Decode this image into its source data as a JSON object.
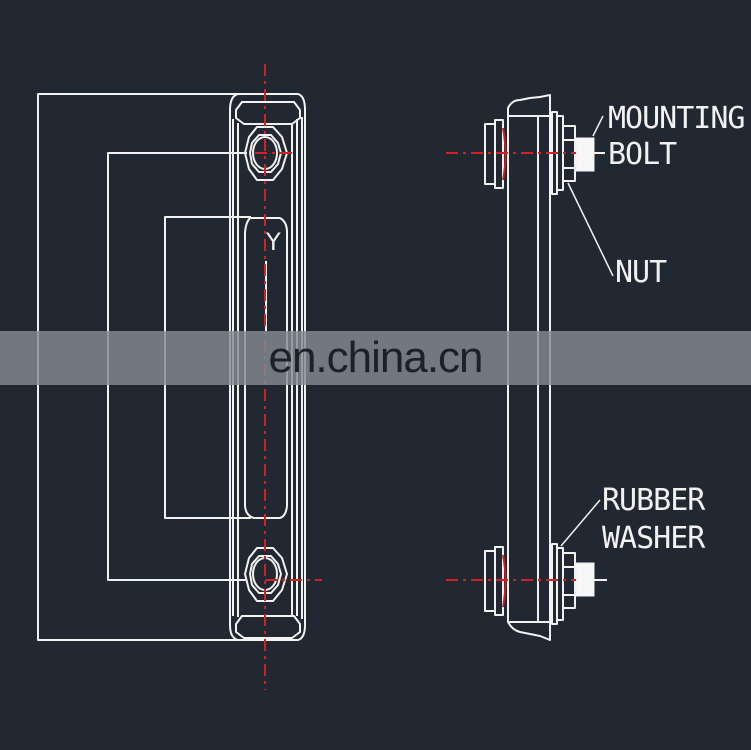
{
  "title": "Level gauge mounting drawing",
  "colors": {
    "background": "#222831",
    "line": "#f2f2f2",
    "centerline": "#d42020",
    "watermark_band": "#848a92",
    "watermark_text": "#1d2027"
  },
  "front_view": {
    "axis_label": "Y"
  },
  "side_view": {
    "labels": {
      "mounting_line1": "MOUNTING",
      "mounting_line2": "BOLT",
      "nut": "NUT",
      "rubber_line1": "RUBBER",
      "rubber_line2": "WASHER"
    }
  },
  "watermark": {
    "text": "en.china.cn"
  }
}
